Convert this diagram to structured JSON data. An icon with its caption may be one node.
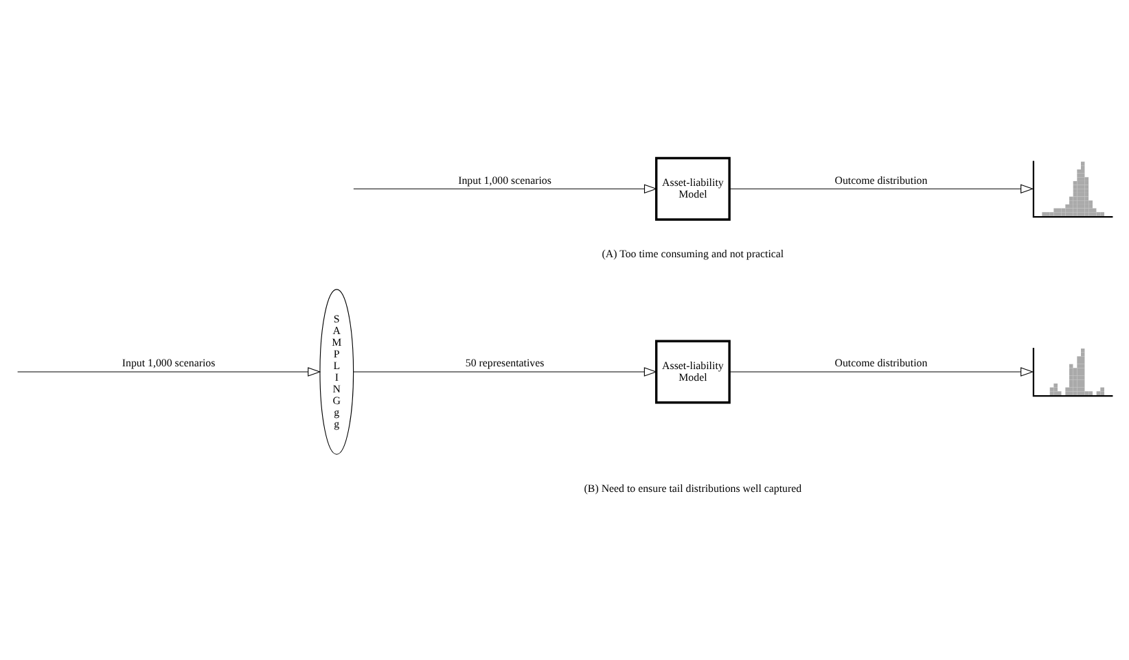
{
  "diagram": {
    "nodes": [
      {
        "text": [
          "Asset-liability Model"
        ]
      },
      {
        "text": [],
        "shape": "picture"
      },
      {
        "text": [
          "S A M P L I N G g g"
        ]
      },
      {
        "text": [
          "Asset-liability Model"
        ]
      },
      {
        "text": [],
        "shape": "picture"
      }
    ],
    "edges": [
      {
        "from": null,
        "to": 0,
        "arrow": "to",
        "label": "Input 1,000 scenarios"
      },
      {
        "from": 0,
        "to": 1,
        "arrow": "to",
        "label": "Outcome distribution"
      },
      {
        "from": null,
        "to": 2,
        "arrow": "to",
        "label": "Input 1,000 scenarios"
      },
      {
        "from": 2,
        "to": 3,
        "arrow": "to",
        "label": "50 representatives"
      },
      {
        "from": 3,
        "to": 4,
        "arrow": "to",
        "label": "Outcome distribution"
      }
    ],
    "labels": [
      "(A) Too time consuming and not practical",
      "(B) Need to ensure tail distributions well captured"
    ]
  }
}
